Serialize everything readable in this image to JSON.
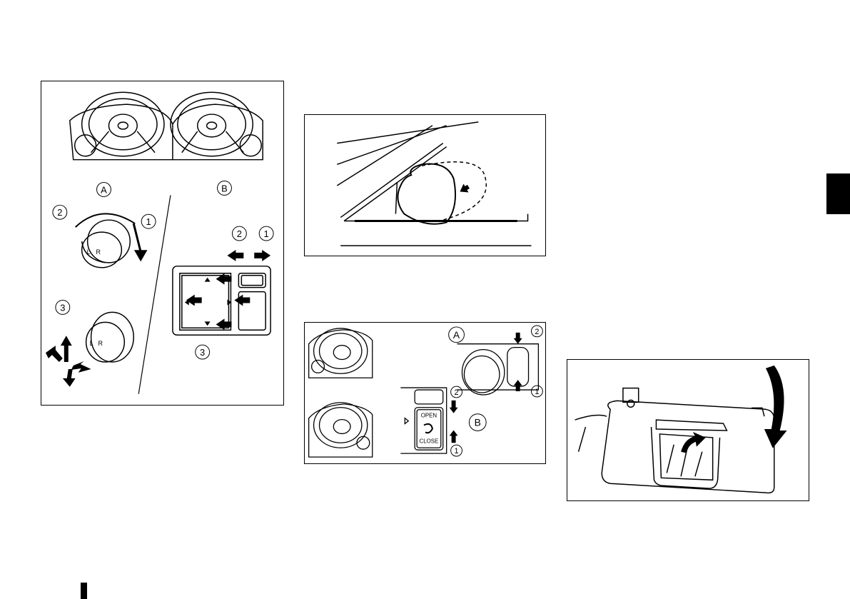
{
  "figure1": {
    "labels": {
      "a": "A",
      "b": "B"
    },
    "callouts": {
      "one_a": "1",
      "two_a": "2",
      "three_a": "3",
      "one_b": "1",
      "two_b": "2",
      "three_b": "3"
    },
    "dial_letters": {
      "l": "L",
      "r": "R"
    }
  },
  "figure2": {},
  "figure3": {
    "labels": {
      "a": "A",
      "b": "B"
    },
    "callouts": {
      "two_a": "2",
      "one_a": "1",
      "two_b": "2",
      "one_b": "1"
    },
    "switch_text": {
      "open": "OPEN",
      "close": "CLOSE"
    }
  },
  "figure4": {},
  "colors": {
    "ink": "#000000",
    "tab": "#000000",
    "paper": "#ffffff"
  },
  "icons": [
    "steering-wheel-icon",
    "mirror-dial-icon",
    "arrow-icon",
    "sun-visor-icon",
    "rearview-mirror-icon"
  ]
}
